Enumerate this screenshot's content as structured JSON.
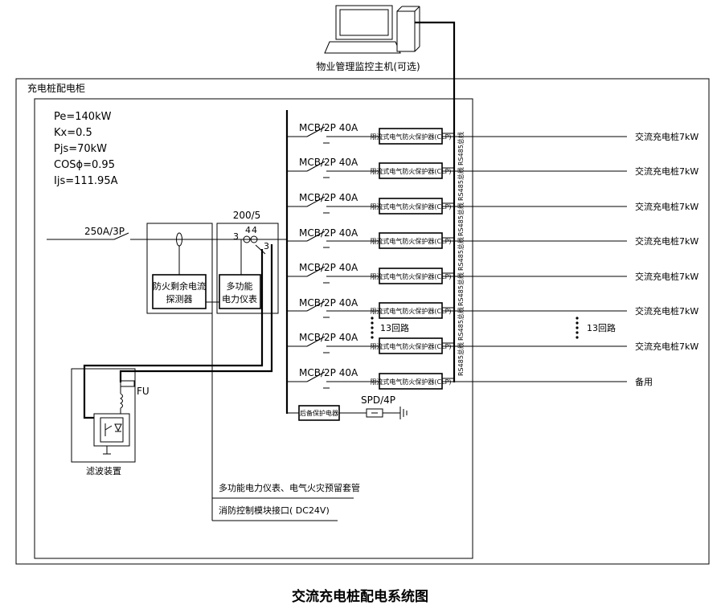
{
  "host": {
    "label": "物业管理监控主机(可选)"
  },
  "cabinet": {
    "label": "充电桩配电柜"
  },
  "params": [
    "Pe=140kW",
    "Kx=0.5",
    "Pjs=70kW",
    "COSϕ=0.95",
    "Ijs=111.95A"
  ],
  "main_breaker": {
    "label": "250A/3P"
  },
  "ct": {
    "label": "200/5",
    "pin1": "3",
    "pin2": "4",
    "pin3": "4",
    "pin4": "3"
  },
  "fire_residual_detector": {
    "line1": "防火剩余电流",
    "line2": "探测器"
  },
  "multifunction_meter": {
    "line1": "多功能",
    "line2": "电力仪表"
  },
  "filter": {
    "fu_label": "FU",
    "label": "滤波装置"
  },
  "branches": [
    {
      "breaker": "MCB/2P  40A",
      "protector": "限流式电气防火保护器(CLP)",
      "load": "交流充电桩7kW"
    },
    {
      "breaker": "MCB/2P  40A",
      "protector": "限流式电气防火保护器(CLP)",
      "load": "交流充电桩7kW"
    },
    {
      "breaker": "MCB/2P  40A",
      "protector": "限流式电气防火保护器(CLP)",
      "load": "交流充电桩7kW"
    },
    {
      "breaker": "MCB/2P  40A",
      "protector": "限流式电气防火保护器(CLP)",
      "load": "交流充电桩7kW"
    },
    {
      "breaker": "MCB/2P  40A",
      "protector": "限流式电气防火保护器(CLP)",
      "load": "交流充电桩7kW"
    },
    {
      "breaker": "MCB/2P  40A",
      "protector": "限流式电气防火保护器(CLP)",
      "load": "交流充电桩7kW"
    },
    {
      "breaker": "MCB/2P  40A",
      "protector": "限流式电气防火保护器(CLP)",
      "load": "交流充电桩7kW"
    },
    {
      "breaker": "MCB/2P  40A",
      "protector": "限流式电气防火保护器(CLP)",
      "load": "备用"
    }
  ],
  "bus_label": "RS485总线",
  "loop_count_label": "13回路",
  "backup_protector": {
    "label": "后备保护电器"
  },
  "spd": {
    "label": "SPD/4P"
  },
  "notes": [
    "多功能电力仪表、电气火灾预留套管",
    "消防控制模块接口( DC24V)"
  ],
  "figure_title": "交流充电桩配电系统图"
}
